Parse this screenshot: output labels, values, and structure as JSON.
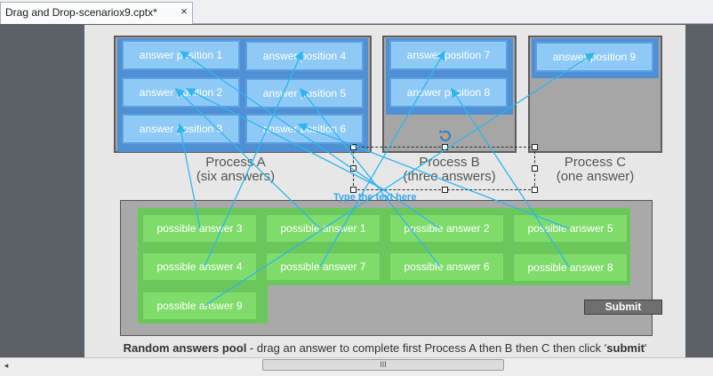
{
  "tab": {
    "title": "Drag and Drop-scenariox9.cptx*",
    "close_glyph": "×"
  },
  "processes": [
    {
      "title": "Process A",
      "subtitle": "(six answers)",
      "slots": [
        "answer position 1",
        "answer position 2",
        "answer position 3",
        "answer position 4",
        "answer position 5",
        "answer position 6"
      ]
    },
    {
      "title": "Process B",
      "subtitle": "(three answers)",
      "slots": [
        "answer position 7",
        "answer position 8"
      ]
    },
    {
      "title": "Process C",
      "subtitle": "(one answer)",
      "slots": [
        "answer position 9"
      ]
    }
  ],
  "pool": {
    "answers": [
      "possible answer 3",
      "possible answer 1",
      "possible answer 2",
      "possible answer 5",
      "possible answer 4",
      "possible answer 7",
      "possible answer 6",
      "possible answer 8",
      "possible answer 9"
    ]
  },
  "submit_label": "Submit",
  "caption": {
    "bold": "Random answers pool",
    "text": " - drag an answer to complete first Process A then B then C then click '",
    "bold2": "submit",
    "end": "'"
  },
  "selection": {
    "placeholder_text": "Type the text here"
  },
  "scrollbar": {
    "left_arrow": "◂",
    "grip": "III"
  },
  "colors": {
    "slot_fill": "#8fcaf6",
    "answer_fill": "#7fdc6a",
    "arrow": "#2fb6ee"
  },
  "icons": {
    "rotate": "rotate-icon"
  }
}
